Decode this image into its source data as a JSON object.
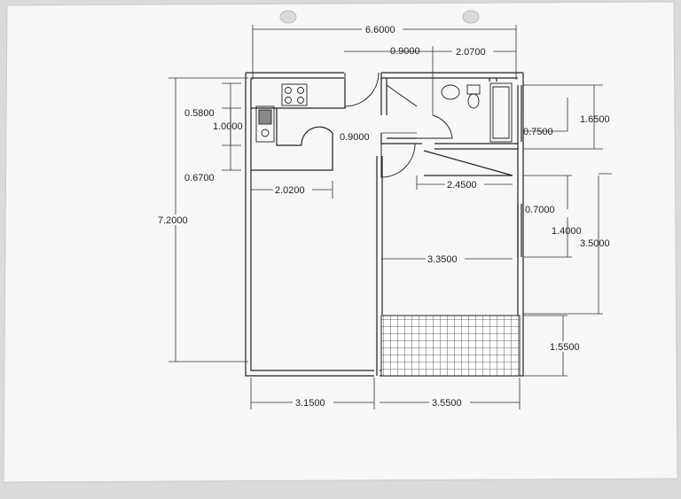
{
  "plan": {
    "dimensions": {
      "total_width": "6.6000",
      "door_width": "0.9000",
      "bath_width": "2.0700",
      "bath_height": "1.6500",
      "bath_window": "0.7500",
      "kitchen_top": "0.5800",
      "sink_length": "1.0000",
      "kitchen_bottom": "0.6700",
      "counter_length": "2.0200",
      "hall_door": "0.9000",
      "closet_width": "2.4500",
      "bed_window": "0.7000",
      "bed_window_pos": "1.4000",
      "bed_height": "3.5000",
      "total_height": "7.2000",
      "bed_width": "3.3500",
      "balcony_depth": "1.5500",
      "left_width": "3.1500",
      "right_width": "3.5500"
    }
  }
}
